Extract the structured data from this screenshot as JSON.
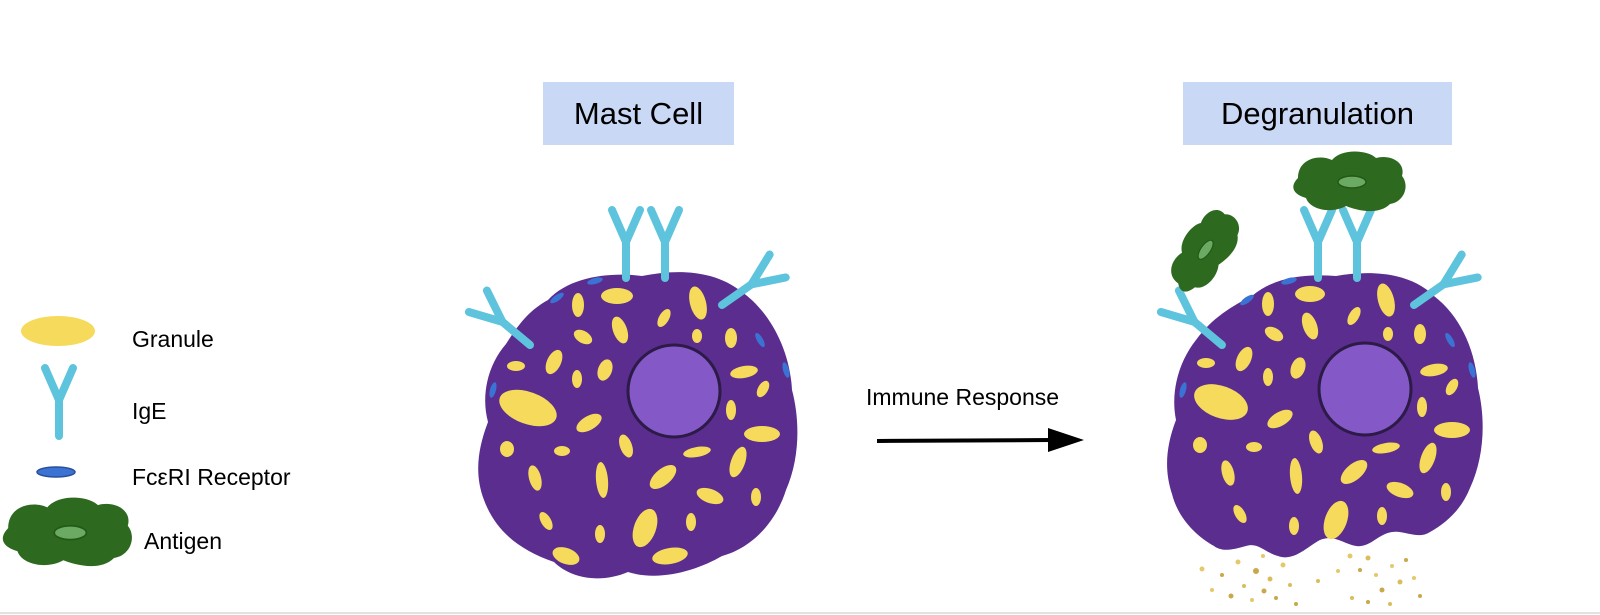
{
  "titles": {
    "mast_cell": "Mast Cell",
    "degranulation": "Degranulation"
  },
  "arrow": {
    "label": "Immune Response"
  },
  "legend": {
    "granule": "Granule",
    "ige": "IgE",
    "receptor": "FcεRI Receptor",
    "antigen": "Antigen"
  },
  "colors": {
    "cell_body": "#5b2d8e",
    "nucleus": "#8458c7",
    "granule": "#f6da5b",
    "ige": "#5ec3dc",
    "receptor": "#3b73d4",
    "antigen": "#2d6a1f",
    "antigen_inner": "#6aaa63",
    "label_bg": "#c9d8f4"
  }
}
